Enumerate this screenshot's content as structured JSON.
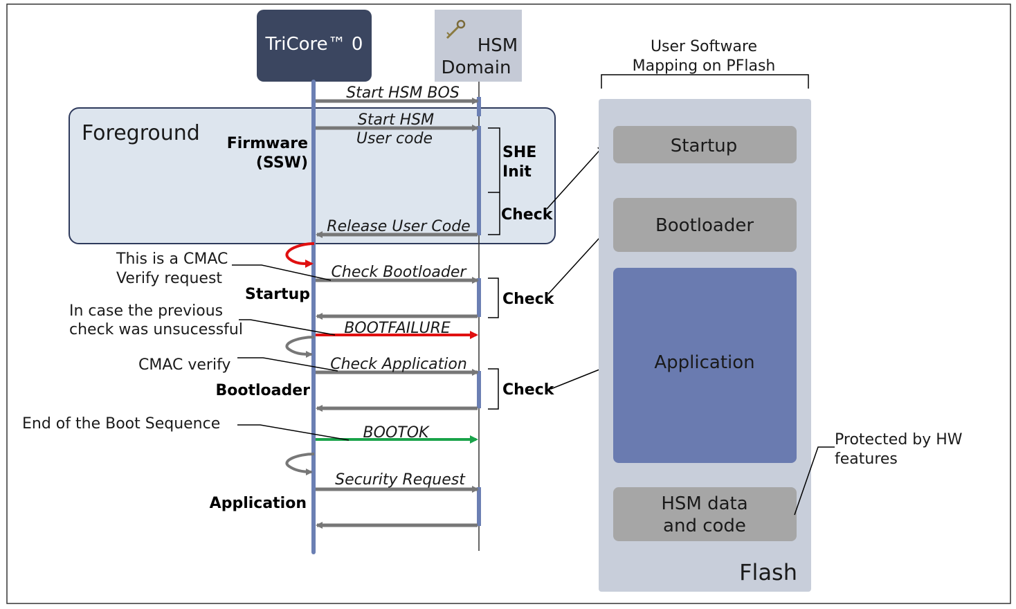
{
  "tricore_label": "TriCore™ 0",
  "hsm_label": [
    "HSM",
    "Domain"
  ],
  "foreground_label": "Foreground",
  "phases": {
    "firmware": [
      "Firmware",
      "(SSW)"
    ],
    "startup": "Startup",
    "bootloader": "Bootloader",
    "application": "Application"
  },
  "messages": {
    "start_hsm_bos": "Start HSM BOS",
    "start_hsm_user": [
      "Start HSM",
      "User code"
    ],
    "release_user_code": "Release User Code",
    "check_bootloader": "Check Bootloader",
    "bootfailure": "BOOTFAILURE",
    "check_application": "Check Application",
    "bootok": "BOOTOK",
    "security_request": "Security Request"
  },
  "she_init": [
    "SHE",
    "Init"
  ],
  "check_label": "Check",
  "annotations": {
    "cmac_request": [
      "This is a CMAC",
      "Verify request"
    ],
    "previous_check": [
      "In case the previous",
      "check was unsucessful"
    ],
    "cmac_verify": "CMAC verify",
    "end_boot": "End of the Boot Sequence",
    "protected": [
      "Protected by HW",
      "features"
    ]
  },
  "mapping_title": [
    "User Software",
    "Mapping on PFlash"
  ],
  "flash_label": "Flash",
  "flash_blocks": {
    "startup": "Startup",
    "bootloader": "Bootloader",
    "application": "Application",
    "hsm": [
      "HSM data",
      "and code"
    ]
  },
  "colors": {
    "tricore_box": "#3b4660",
    "hsm_box": "#c5cad6",
    "lifeline": "#6b7fb3",
    "foreground_fill": "#dde5ee",
    "foreground_border": "#2e3a5c",
    "arrow_gray": "#777777",
    "arrow_red": "#e01010",
    "arrow_green": "#1aa34a",
    "flash_bg": "#c8ceda",
    "block_gray": "#a6a6a6",
    "block_blue": "#6a7bb0"
  }
}
